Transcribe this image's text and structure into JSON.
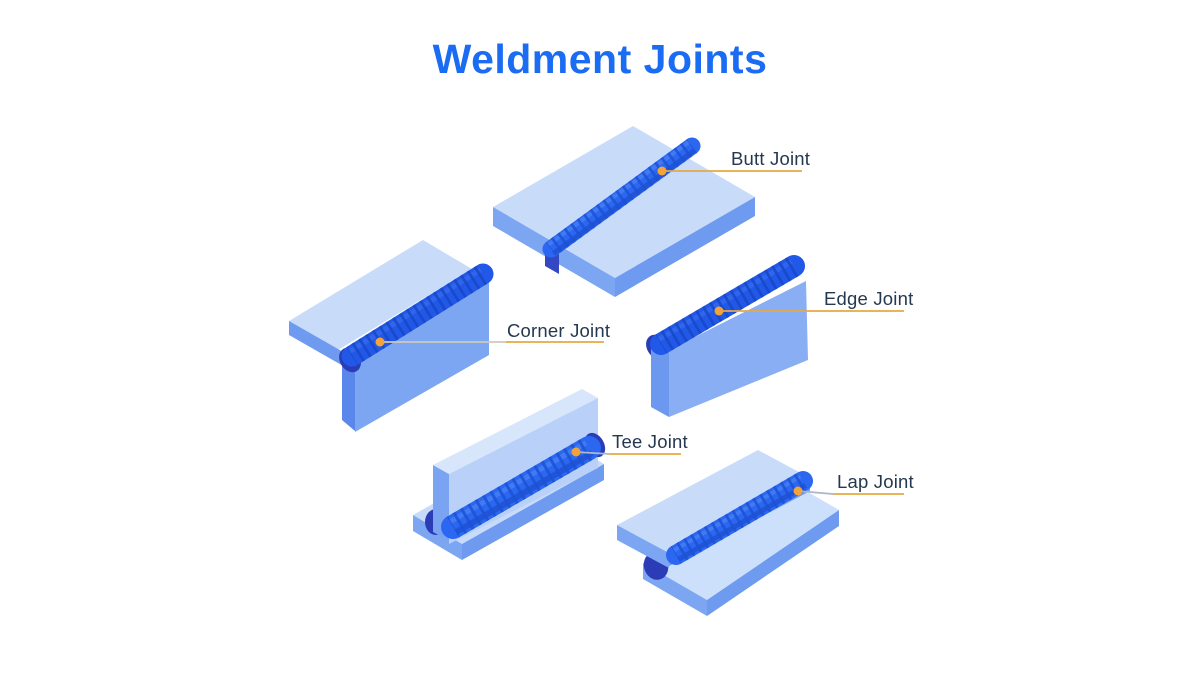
{
  "title": {
    "text": "Weldment Joints",
    "color": "#1a6cf2"
  },
  "joints": [
    {
      "id": "butt",
      "label": "Butt Joint"
    },
    {
      "id": "corner",
      "label": "Corner Joint"
    },
    {
      "id": "edge",
      "label": "Edge Joint"
    },
    {
      "id": "tee",
      "label": "Tee Joint"
    },
    {
      "id": "lap",
      "label": "Lap Joint"
    }
  ],
  "callout": {
    "dot_color": "#f2a43a",
    "line_color": "#e6a843",
    "connector_muted": "#aab8c8",
    "connector_tan": "#cfc9bb",
    "label_text_color": "#24384f"
  },
  "palette": {
    "plate_top": "#c8dcfa",
    "plate_top_light": "#cde0fb",
    "plate_top_lightest": "#d8e6fc",
    "face_front_left": "#7da6f2",
    "face_front_right": "#6e9af0",
    "face_narrow_dark": "#5a87ec",
    "edge_joint_front": "#8aaef3",
    "tee_vertical_front": "#b9d0f8",
    "weld_bead": "#2b67f0",
    "weld_bead_band": "#2158e8",
    "weld_rib": "#1c52d6",
    "weld_dark_end": "#2b3cb6",
    "seam_dark": "#3448c4"
  }
}
